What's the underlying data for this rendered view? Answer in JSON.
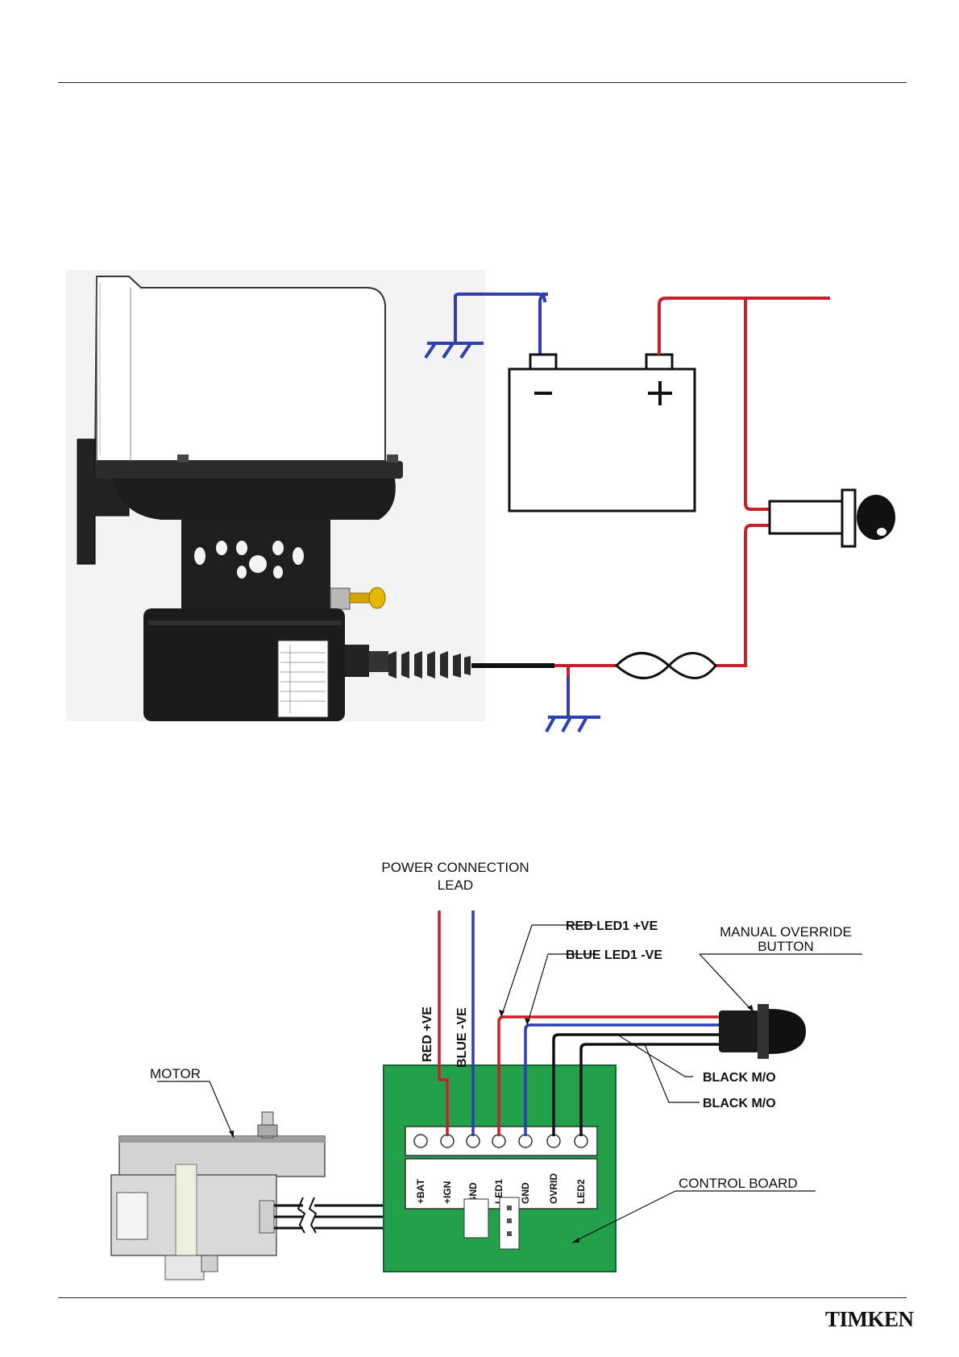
{
  "brand": {
    "name": "TIMKEN"
  },
  "colors": {
    "red_wire": "#c8202a",
    "blue_wire": "#2e3fb4",
    "board_green": "#22a04a",
    "black": "#111111"
  },
  "wiring_diagram": {
    "power_lead_title_line1": "POWER CONNECTION",
    "power_lead_title_line2": "LEAD",
    "red_ve": "RED +VE",
    "blue_ve": "BLUE -VE",
    "red_led1": "RED LED1 +VE",
    "blue_led1": "BLUE LED1 -VE",
    "manual_override_line1": "MANUAL OVERRIDE",
    "manual_override_line2": "BUTTON",
    "black_mo_1": "BLACK M/O",
    "black_mo_2": "BLACK M/O",
    "motor": "MOTOR",
    "control_board": "CONTROL BOARD",
    "terminals": [
      "+BAT",
      "+IGN",
      "GND",
      "LED1",
      "GND",
      "OVRID",
      "LED2"
    ]
  }
}
